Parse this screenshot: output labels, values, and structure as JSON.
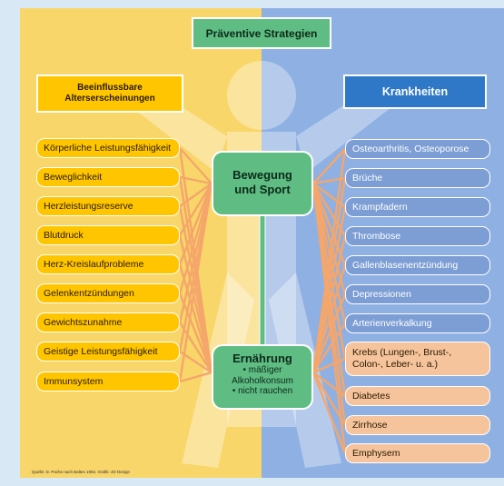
{
  "title": "Präventive Strategien",
  "left_header": {
    "line1": "Beeinflussbare",
    "line2": "Alterserscheinungen"
  },
  "right_header": "Krankheiten",
  "left_items": [
    "Körperliche Leistungsfähigkeit",
    "Beweglichkeit",
    "Herzleistungsreserve",
    "Blutdruck",
    "Herz-Kreislaufprobleme",
    "Gelenkentzündungen",
    "Gewichtszunahme",
    "Geistige Leistungsfähigkeit",
    "Immunsystem"
  ],
  "right_items_blue": [
    "Osteoarthritis, Osteoporose",
    "Brüche",
    "Krampfadern",
    "Thrombose",
    "Gallenblasenentzündung",
    "Depressionen",
    "Arterienverkalkung"
  ],
  "right_items_orange": {
    "cancer_line1": "Krebs (Lungen-, Brust-,",
    "cancer_line2": "Colon-, Leber- u. a.)",
    "others": [
      "Diabetes",
      "Zirrhose",
      "Emphysem"
    ]
  },
  "center_top": {
    "line1": "Bewegung",
    "line2": "und Sport"
  },
  "center_bottom": {
    "title": "Ernährung",
    "line1": "• mäßiger",
    "line2": "Alkoholkonsum",
    "line3": "• nicht rauchen"
  },
  "source": "Quelle: D. Pache nach Baltes 1992, Grafik: 4D Design",
  "colors": {
    "left_bg": "#f8d66a",
    "right_bg": "#8fb0e2",
    "left_box": "#ffc600",
    "right_blue_box": "#7c9ed4",
    "right_orange_box": "#f6c49c",
    "center_node": "#5fbd84",
    "line_color": "#f5a66b",
    "title_bg": "#5fbd84"
  }
}
